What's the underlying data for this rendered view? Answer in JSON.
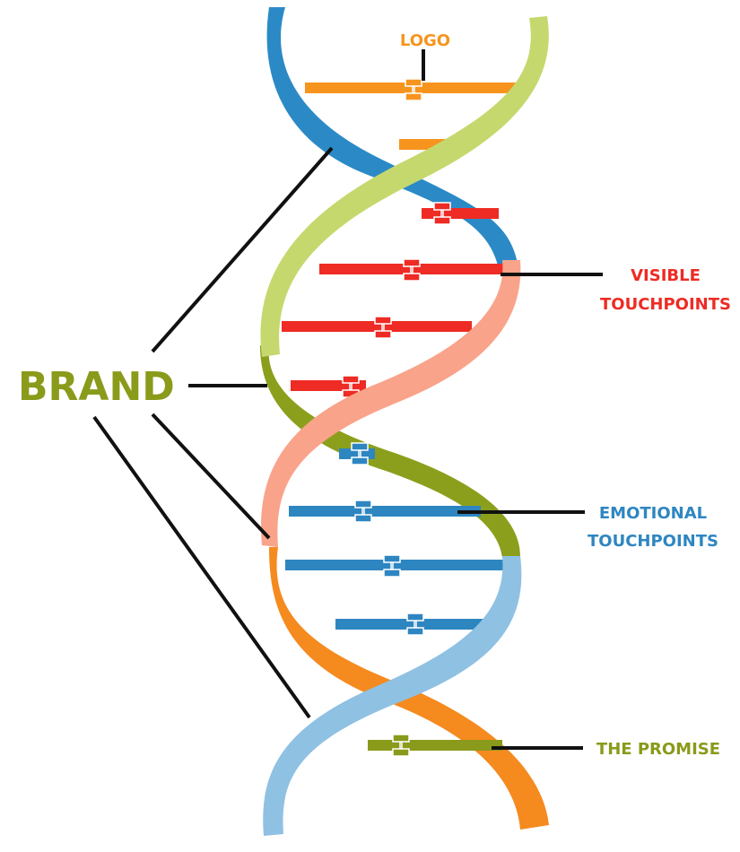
{
  "labels": {
    "logo": "LOGO",
    "brand": "BRAND",
    "visible_line1": "VISIBLE",
    "visible_line2": "TOUCHPOINTS",
    "emotional_line1": "EMOTIONAL",
    "emotional_line2": "TOUCHPOINTS",
    "promise": "THE PROMISE"
  },
  "colors": {
    "logo": "#f7941d",
    "brand": "#8a9a1a",
    "visible": "#ee2b24",
    "emotional": "#2e86c1",
    "promise": "#8a9a1a",
    "strand_blue": "#2b8ac6",
    "strand_lightgreen": "#c5d86d",
    "strand_olive": "#8c9f1c",
    "strand_salmon": "#f9a38a",
    "strand_orange": "#f58a1f",
    "strand_lightblue": "#8fc1e3",
    "connector": "#111111"
  }
}
